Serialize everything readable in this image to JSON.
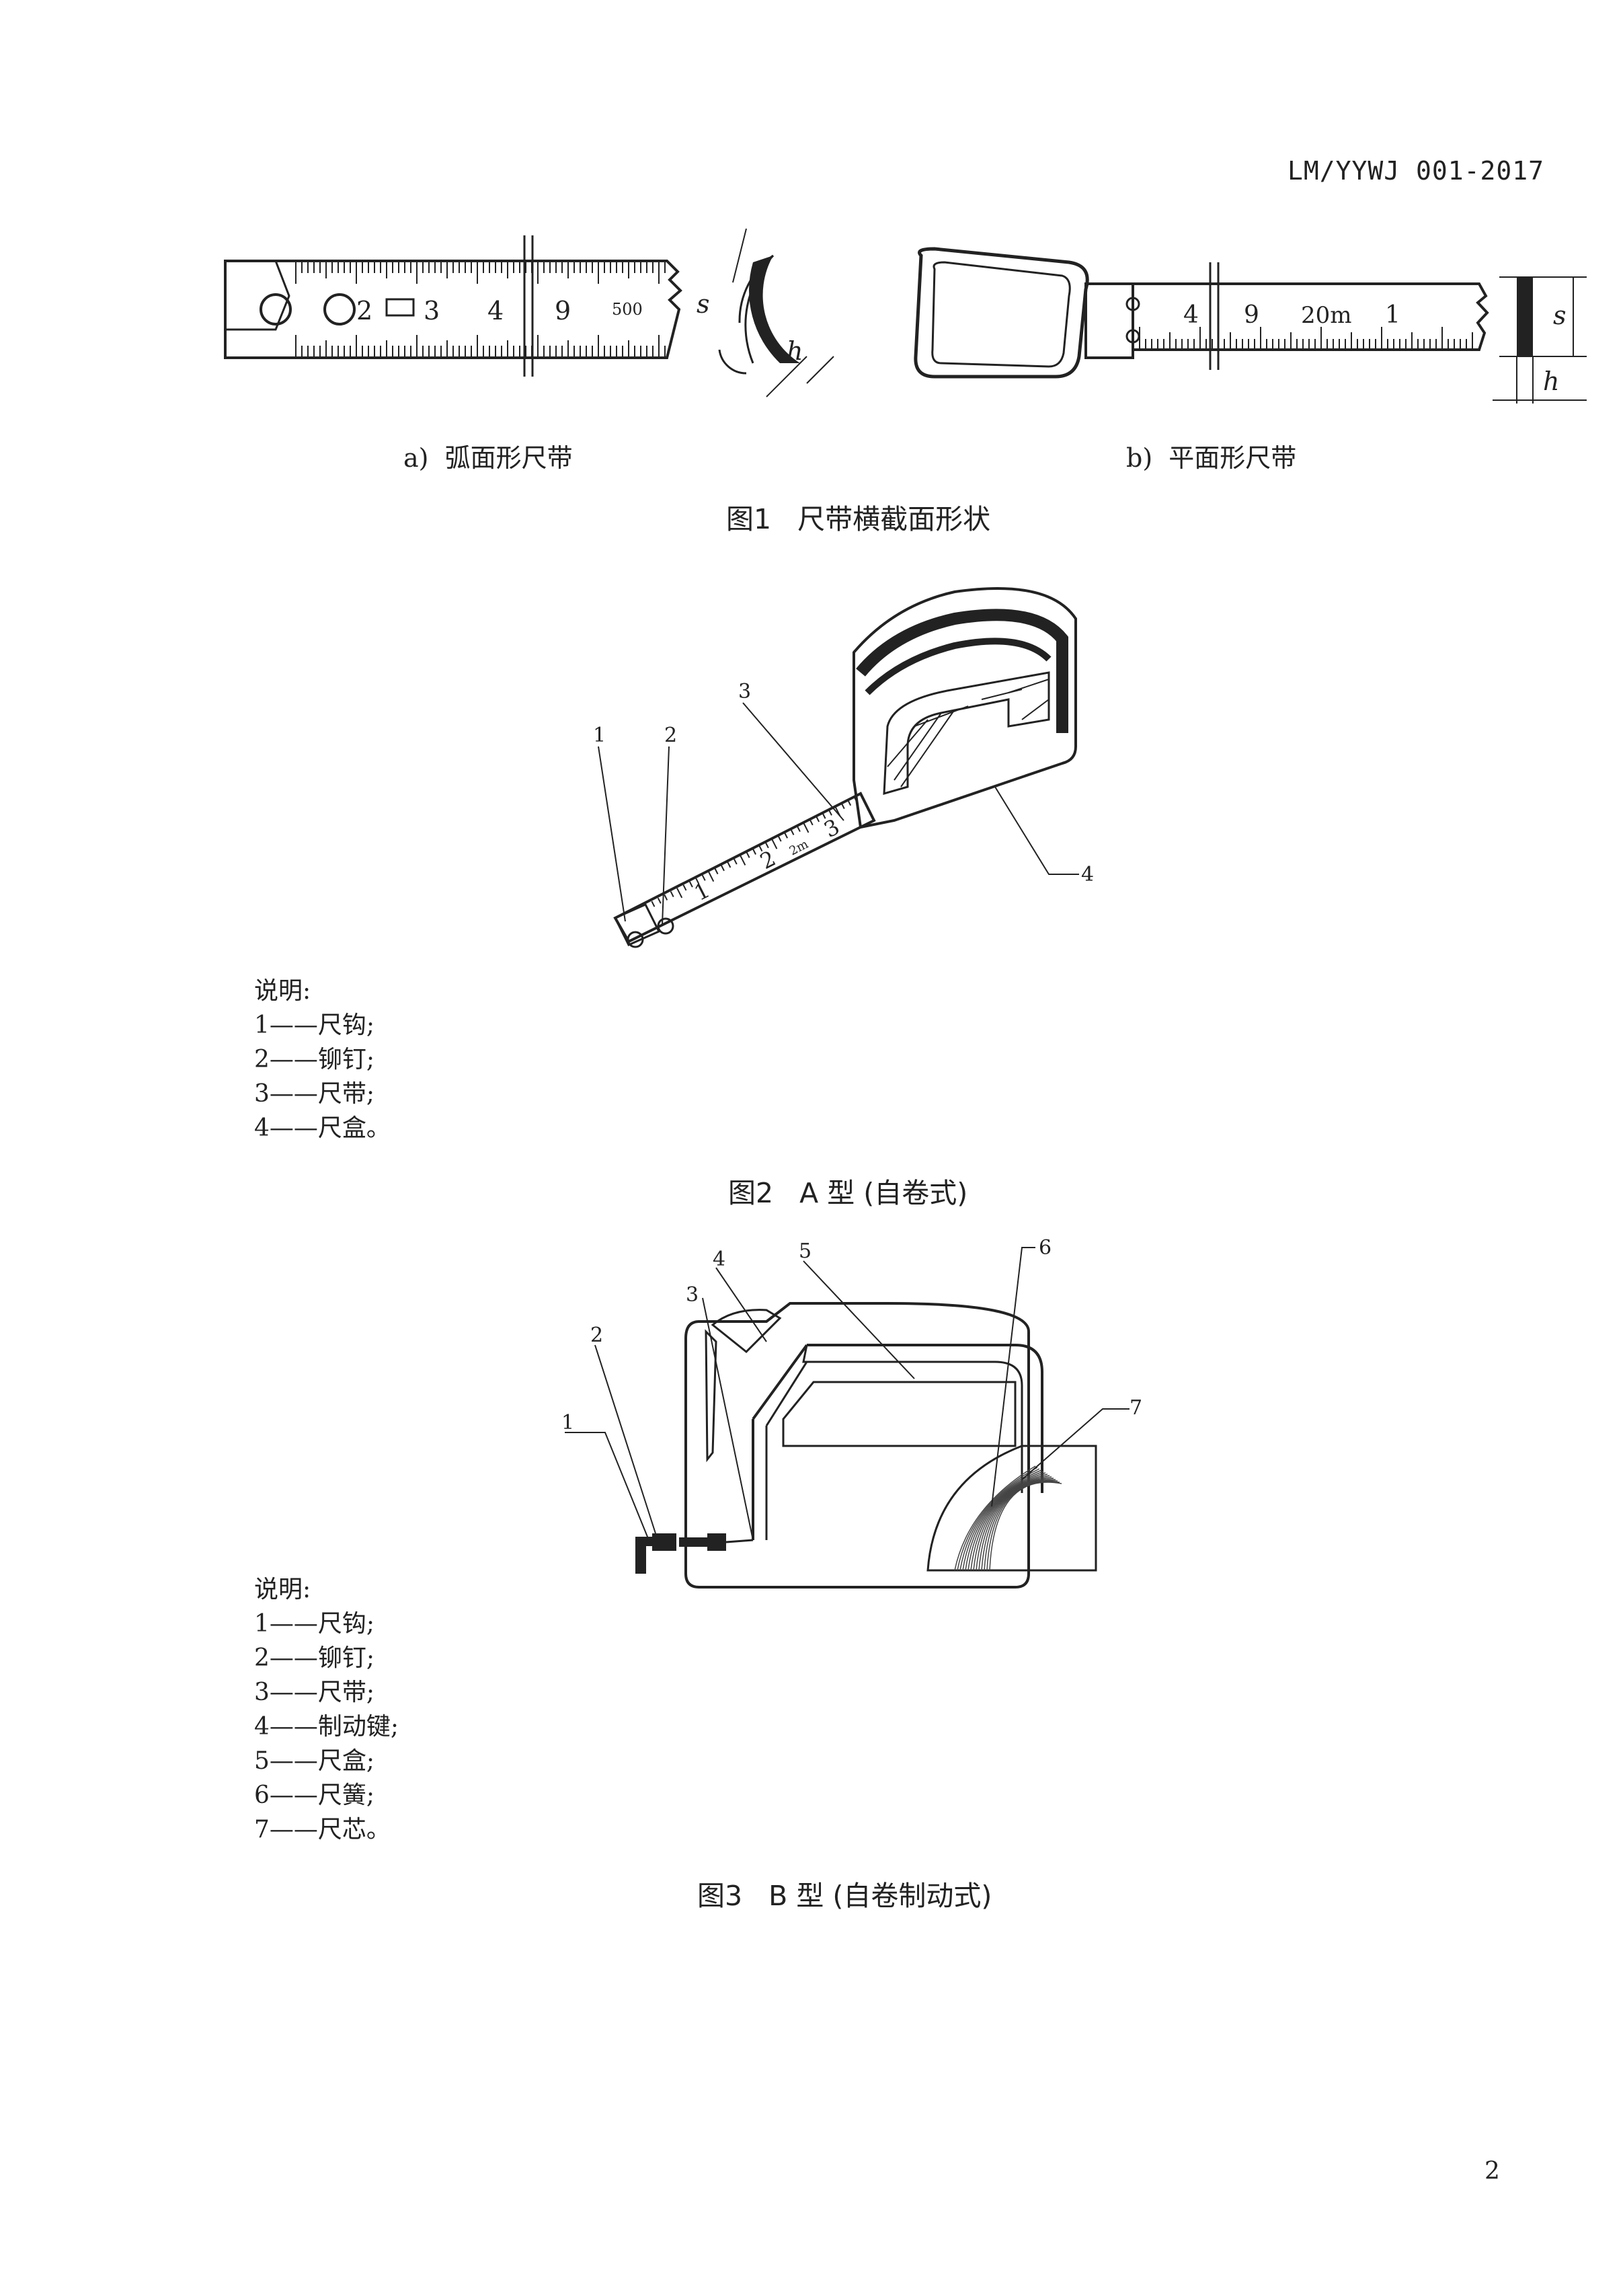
{
  "header": {
    "standard_code": "LM/YYWJ 001-2017"
  },
  "figure1": {
    "sub_a": "a)  弧面形尺带",
    "sub_b": "b)  平面形尺带",
    "caption": "图1   尺带横截面形状",
    "tape_a_numbers": [
      "2",
      "3",
      "4",
      "9",
      "500"
    ],
    "tape_b_numbers": [
      "4",
      "9",
      "20m",
      "1"
    ],
    "dimension_s": "s",
    "dimension_h": "h"
  },
  "figure2": {
    "callouts": [
      "1",
      "2",
      "3",
      "4"
    ],
    "tape_numbers": [
      "1",
      "2",
      "3"
    ],
    "tape_badge": "2m",
    "notes_title": "说明:",
    "notes": [
      "1——尺钩;",
      "2——铆钉;",
      "3——尺带;",
      "4——尺盒。"
    ],
    "caption": "图2   A 型 (自卷式)"
  },
  "figure3": {
    "callouts": [
      "1",
      "2",
      "3",
      "4",
      "5",
      "6",
      "7"
    ],
    "notes_title": "说明:",
    "notes": [
      "1——尺钩;",
      "2——铆钉;",
      "3——尺带;",
      "4——制动键;",
      "5——尺盒;",
      "6——尺簧;",
      "7——尺芯。"
    ],
    "caption": "图3   B 型 (自卷制动式)"
  },
  "footer": {
    "page_number": "2"
  }
}
